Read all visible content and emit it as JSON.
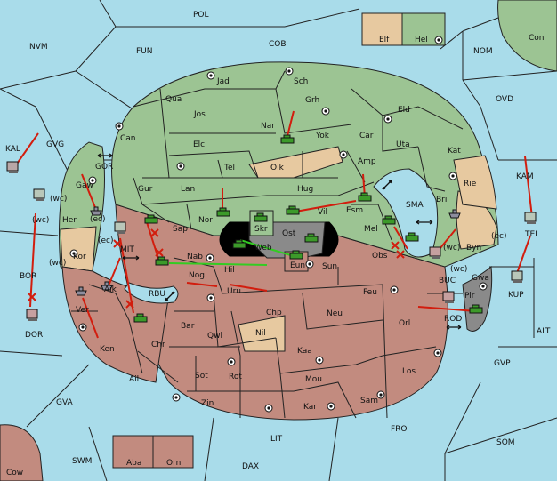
{
  "provinces": {
    "pol": "POL",
    "nvm": "NVM",
    "fun": "FUN",
    "cob": "COB",
    "nom": "NOM",
    "con": "Con",
    "elf": "Elf",
    "hel": "Hel",
    "ovd": "OVD",
    "kal": "KAL",
    "gvg": "GVG",
    "gor": "GOR",
    "kam": "KAM",
    "tei": "TEI",
    "wc1": "(wc)",
    "wc2": "(wc)",
    "wc3": "(wc)",
    "wc4": "(wc)",
    "ec1": "(ec)",
    "ec2": "(ec)",
    "ec3": "(ec)",
    "mit": "MIT",
    "bor": "BOR",
    "dor": "DOR",
    "rbu": "RBU",
    "buc": "BUC",
    "rod": "ROD",
    "kup": "KUP",
    "alt": "ALT",
    "gvp": "GVP",
    "gva": "GVA",
    "fro": "FRO",
    "som": "SOM",
    "lit": "LIT",
    "swm": "SWM",
    "cow": "Cow",
    "dax": "DAX",
    "aba": "Aba",
    "orn": "Orn",
    "sma": "SMA",
    "jad": "Jad",
    "sch": "Sch",
    "qua": "Qua",
    "jos": "Jos",
    "grh": "Grh",
    "can": "Can",
    "eld": "Eld",
    "nar": "Nar",
    "yok": "Yok",
    "car": "Car",
    "elc": "Elc",
    "uta": "Uta",
    "kat": "Kat",
    "tel": "Tel",
    "olk": "Olk",
    "amp": "Amp",
    "gur": "Gur",
    "lan": "Lan",
    "hug": "Hug",
    "esm": "Esm",
    "bri": "Bri",
    "rie": "Rie",
    "vil": "Vil",
    "nor": "Nor",
    "skr": "Skr",
    "ost": "Ost",
    "web": "Web",
    "eun": "Eun",
    "mel": "Mel",
    "sap": "Sap",
    "nab": "Nab",
    "hil": "Hil",
    "sun": "Sun",
    "obs": "Obs",
    "byn": "Byn",
    "gwa": "Gwa",
    "pir": "Pir",
    "gaw": "Gaw",
    "her": "Her",
    "kor": "Kor",
    "aik": "Aik",
    "ver": "Ver",
    "nog": "Nog",
    "uru": "Uru",
    "feu": "Feu",
    "orl": "Orl",
    "chp": "Chp",
    "neu": "Neu",
    "bar": "Bar",
    "qwi": "Qwi",
    "nil": "Nil",
    "ken": "Ken",
    "chr": "Chr",
    "kaa": "Kaa",
    "ail": "Ail",
    "sot": "Sot",
    "rot": "Rot",
    "mou": "Mou",
    "los": "Los",
    "zin": "Zin",
    "kar": "Kar",
    "sam": "Sam"
  },
  "colors": {
    "sea": "#a9dcea",
    "power_green": "#9cc493",
    "power_brown": "#c28b7f",
    "neutral": "#e7c9a0",
    "impassable": "#8a8a8a",
    "black_zone": "#000000",
    "move_order": "#d21d0e",
    "support_order": "#33cc22"
  },
  "icons": [
    "army-icon",
    "fleet-icon",
    "supply-center-icon",
    "convoy-arrow-icon",
    "failed-order-cross-icon"
  ]
}
